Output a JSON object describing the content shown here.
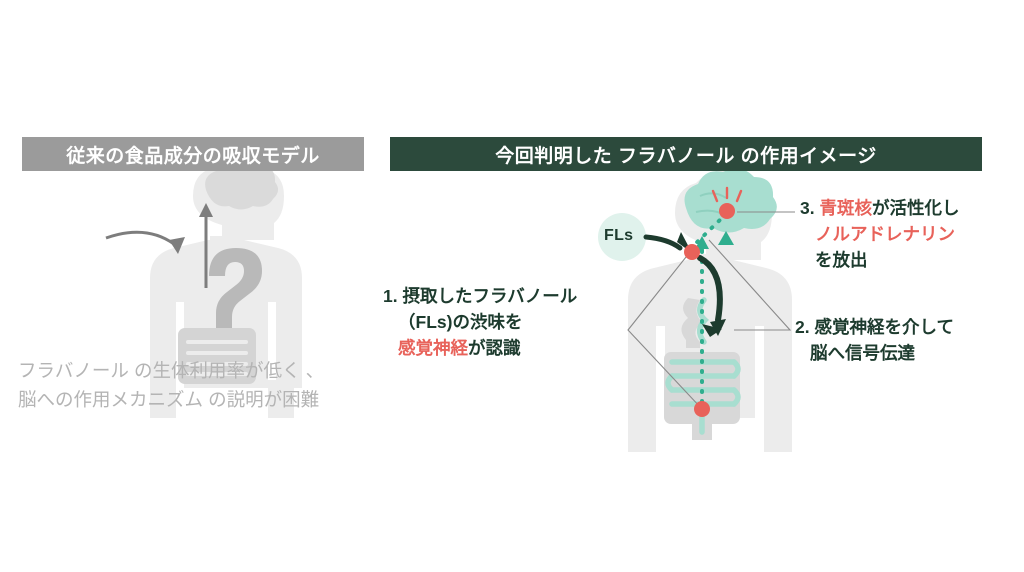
{
  "panels": {
    "left": {
      "banner_label": "従来の食品成分の吸収モデル",
      "caption": "フラバノール の生体利用率が低く 、\n脳への作用メカニズム の説明が困難"
    },
    "right": {
      "banner_label": "今回判明した フラバノール の作用イメージ",
      "fls_label": "FLs",
      "annotations": [
        {
          "number": "1.",
          "line1": "摂取したフラバノール",
          "line2": "（FLs)の渋味を",
          "line3_red": "感覚神経",
          "line3_rest": "が認識"
        },
        {
          "number": "2.",
          "line1": "感覚神経を介して",
          "line2": "脳へ信号伝達"
        },
        {
          "number": "3.",
          "line1_red": "青斑核",
          "line1_rest": "が活性化し",
          "line2_red": "ノルアドレナリン",
          "line3": "を放出"
        }
      ]
    }
  },
  "colors": {
    "banner_gray": "#9b9b9b",
    "banner_green": "#2c4a3c",
    "accent_red": "#e8625a",
    "accent_mint": "#a8ded0",
    "body_gray": "#ececec",
    "text_green": "#1d3b2e",
    "caption_gray": "#b4b4b4"
  },
  "icons": {
    "left_body": "human-silhouette-icon",
    "question_mark": "question-mark-icon",
    "right_body": "human-silhouette-icon",
    "brain": "brain-icon",
    "intestine": "intestine-icon",
    "flash": "flash-burst-icon",
    "dot_brain": "red-dot-marker",
    "dot_throat": "red-dot-marker",
    "dot_gut": "red-dot-marker",
    "signal_path": "dotted-signal-line",
    "fls_arrow": "curved-arrow-icon",
    "down_arrow": "down-arrow-icon",
    "up_arrow": "up-arrow-icon"
  }
}
